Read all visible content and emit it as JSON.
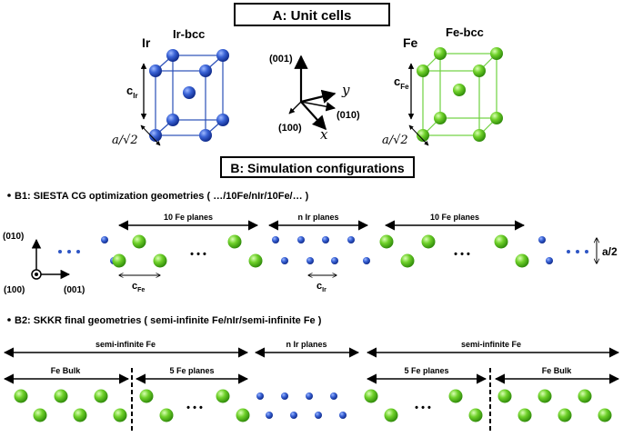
{
  "colors": {
    "ir": "#2e55c4",
    "fe": "#5fc21f",
    "ir_frame": "#2a4fb8",
    "fe_frame": "#6fd13f",
    "ink": "#000000"
  },
  "section_a": {
    "title": "A:  Unit cells",
    "ir_cell": {
      "name": "Ir",
      "label": "Ir-bcc",
      "c_main": "c",
      "c_sub": "Ir",
      "a_label": "a/√2"
    },
    "fe_cell": {
      "name": "Fe",
      "label": "Fe-bcc",
      "c_main": "c",
      "c_sub": "Fe",
      "a_label": "a/√2"
    },
    "axes": {
      "z": "(001)",
      "y": "y",
      "y_index": "(010)",
      "x": "x",
      "x_index": "(100)"
    }
  },
  "section_b": {
    "title": "B: Simulation configurations",
    "b1": {
      "heading": "B1: SIESTA CG optimization geometries ( …/10Fe/nIr/10Fe/… )",
      "left_fe_label": "10 Fe planes",
      "ir_label": "n Ir planes",
      "right_fe_label": "10 Fe planes",
      "axis_up": "(010)",
      "axis_origin": "(100)",
      "axis_right": "(001)",
      "c_fe_main": "c",
      "c_fe_sub": "Fe",
      "c_ir_main": "c",
      "c_ir_sub": "Ir",
      "half_a": "a/2",
      "ellipsis": "• • •"
    },
    "b2": {
      "heading": "B2: SKKR final geometries ( semi-infinite Fe/nIr/semi-infinite Fe )",
      "semi_left": "semi-infinite Fe",
      "ir_label": "n Ir planes",
      "semi_right": "semi-infinite Fe",
      "bulk_left": "Fe Bulk",
      "planes_left": "5 Fe planes",
      "planes_right": "5 Fe planes",
      "bulk_right": "Fe Bulk",
      "ellipsis": "• • •"
    }
  }
}
